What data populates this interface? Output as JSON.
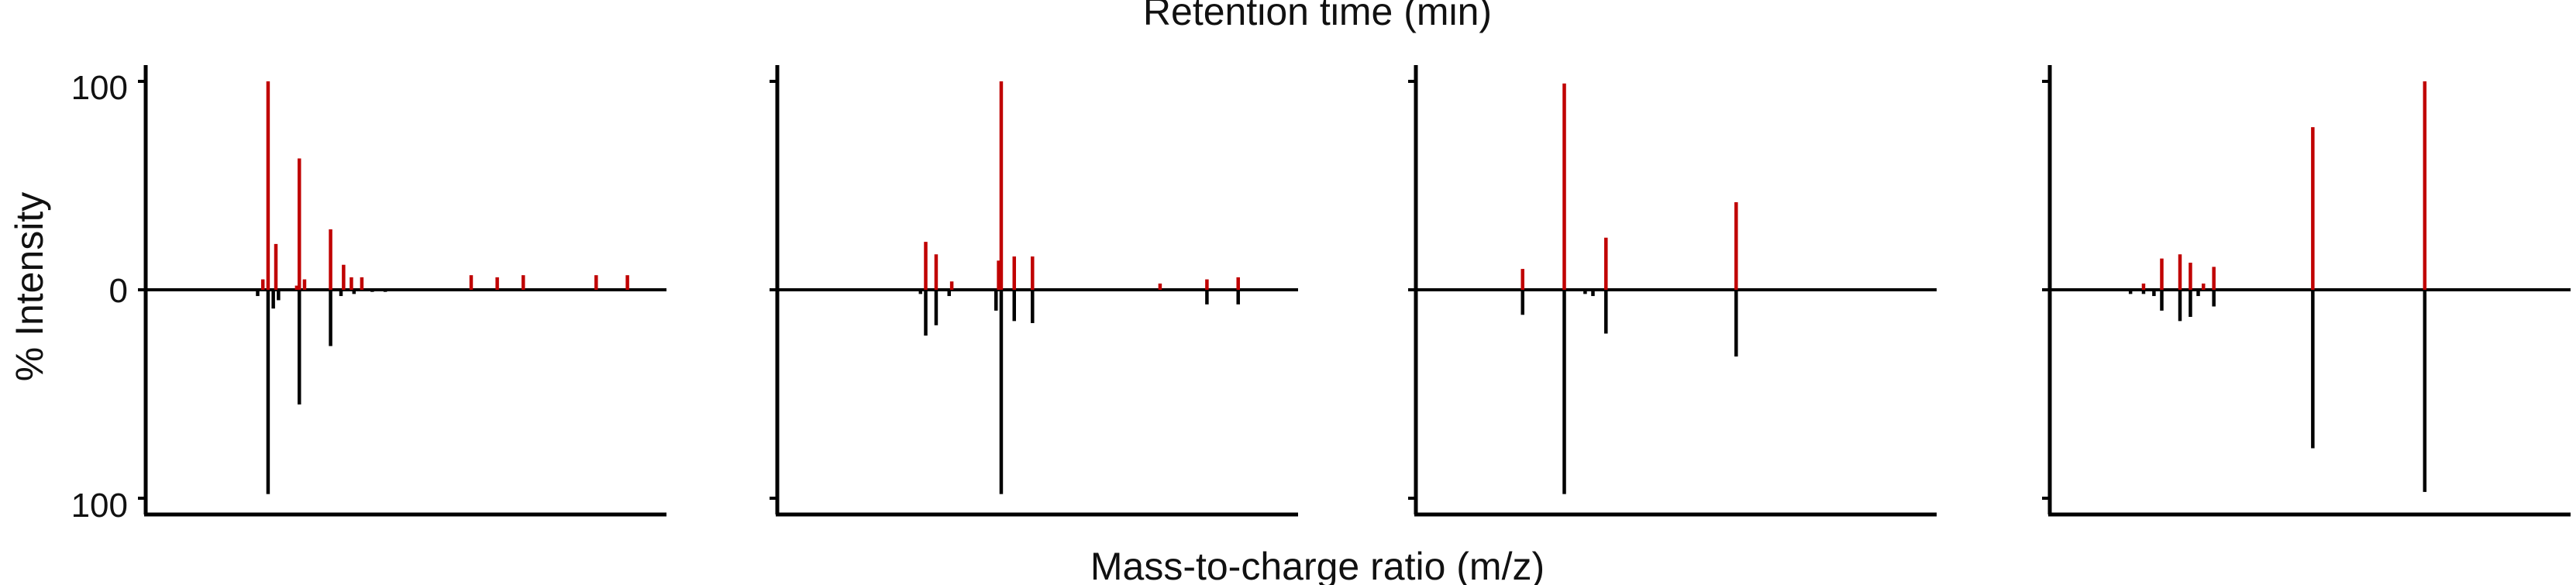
{
  "figure": {
    "top_label": "Retention time (min)",
    "bottom_label": "Mass-to-charge ratio (m/z)",
    "y_label": "% Intensity",
    "y_ticks": [
      "100",
      "0",
      "100"
    ]
  },
  "colors": {
    "upper_spectrum": "#c00000",
    "lower_spectrum": "#000000",
    "axis": "#000000"
  },
  "chart_data": [
    {
      "type": "bar",
      "xlim": [
        0,
        100
      ],
      "ylim": [
        -100,
        100
      ],
      "upper": [
        {
          "x": 22.5,
          "y": 5
        },
        {
          "x": 23.5,
          "y": 100
        },
        {
          "x": 25.0,
          "y": 22
        },
        {
          "x": 29.0,
          "y": 2
        },
        {
          "x": 29.5,
          "y": 63
        },
        {
          "x": 30.5,
          "y": 5
        },
        {
          "x": 35.5,
          "y": 29
        },
        {
          "x": 38.0,
          "y": 12
        },
        {
          "x": 39.5,
          "y": 6
        },
        {
          "x": 41.5,
          "y": 6
        },
        {
          "x": 62.5,
          "y": 7
        },
        {
          "x": 67.5,
          "y": 6
        },
        {
          "x": 72.5,
          "y": 7
        },
        {
          "x": 86.5,
          "y": 7
        },
        {
          "x": 92.5,
          "y": 7
        }
      ],
      "lower": [
        {
          "x": 21.5,
          "y": -3
        },
        {
          "x": 23.5,
          "y": -98
        },
        {
          "x": 24.5,
          "y": -9
        },
        {
          "x": 25.5,
          "y": -5
        },
        {
          "x": 29.5,
          "y": -55
        },
        {
          "x": 35.5,
          "y": -27
        },
        {
          "x": 37.5,
          "y": -3
        },
        {
          "x": 40.0,
          "y": -2
        },
        {
          "x": 43.5,
          "y": -1
        },
        {
          "x": 46.0,
          "y": -1
        }
      ]
    },
    {
      "type": "bar",
      "xlim": [
        0,
        100
      ],
      "ylim": [
        -100,
        100
      ],
      "upper": [
        {
          "x": 28.5,
          "y": 23
        },
        {
          "x": 30.5,
          "y": 17
        },
        {
          "x": 33.5,
          "y": 4
        },
        {
          "x": 42.5,
          "y": 14
        },
        {
          "x": 43.0,
          "y": 100
        },
        {
          "x": 45.5,
          "y": 16
        },
        {
          "x": 49.0,
          "y": 16
        },
        {
          "x": 73.5,
          "y": 3
        },
        {
          "x": 82.5,
          "y": 5
        },
        {
          "x": 88.5,
          "y": 6
        }
      ],
      "lower": [
        {
          "x": 27.5,
          "y": -2
        },
        {
          "x": 28.5,
          "y": -22
        },
        {
          "x": 30.5,
          "y": -17
        },
        {
          "x": 33.0,
          "y": -3
        },
        {
          "x": 42.0,
          "y": -10
        },
        {
          "x": 43.0,
          "y": -98
        },
        {
          "x": 45.5,
          "y": -15
        },
        {
          "x": 49.0,
          "y": -16
        },
        {
          "x": 82.5,
          "y": -7
        },
        {
          "x": 88.5,
          "y": -7
        }
      ]
    },
    {
      "type": "bar",
      "xlim": [
        0,
        100
      ],
      "ylim": [
        -100,
        100
      ],
      "upper": [
        {
          "x": 20.5,
          "y": 10
        },
        {
          "x": 28.5,
          "y": 99
        },
        {
          "x": 36.5,
          "y": 25
        },
        {
          "x": 61.5,
          "y": 42
        }
      ],
      "lower": [
        {
          "x": 20.5,
          "y": -12
        },
        {
          "x": 28.5,
          "y": -98
        },
        {
          "x": 32.5,
          "y": -2
        },
        {
          "x": 34.0,
          "y": -3
        },
        {
          "x": 36.5,
          "y": -21
        },
        {
          "x": 61.5,
          "y": -32
        }
      ]
    },
    {
      "type": "bar",
      "xlim": [
        0,
        100
      ],
      "ylim": [
        -100,
        100
      ],
      "upper": [
        {
          "x": 18.0,
          "y": 3
        },
        {
          "x": 21.5,
          "y": 15
        },
        {
          "x": 25.0,
          "y": 17
        },
        {
          "x": 27.0,
          "y": 13
        },
        {
          "x": 29.5,
          "y": 3
        },
        {
          "x": 31.5,
          "y": 11
        },
        {
          "x": 50.5,
          "y": 78
        },
        {
          "x": 72.0,
          "y": 100
        }
      ],
      "lower": [
        {
          "x": 15.5,
          "y": -2
        },
        {
          "x": 18.0,
          "y": -2
        },
        {
          "x": 20.0,
          "y": -3
        },
        {
          "x": 21.5,
          "y": -10
        },
        {
          "x": 25.0,
          "y": -15
        },
        {
          "x": 27.0,
          "y": -13
        },
        {
          "x": 28.5,
          "y": -3
        },
        {
          "x": 31.5,
          "y": -8
        },
        {
          "x": 50.5,
          "y": -76
        },
        {
          "x": 72.0,
          "y": -97
        }
      ]
    }
  ]
}
